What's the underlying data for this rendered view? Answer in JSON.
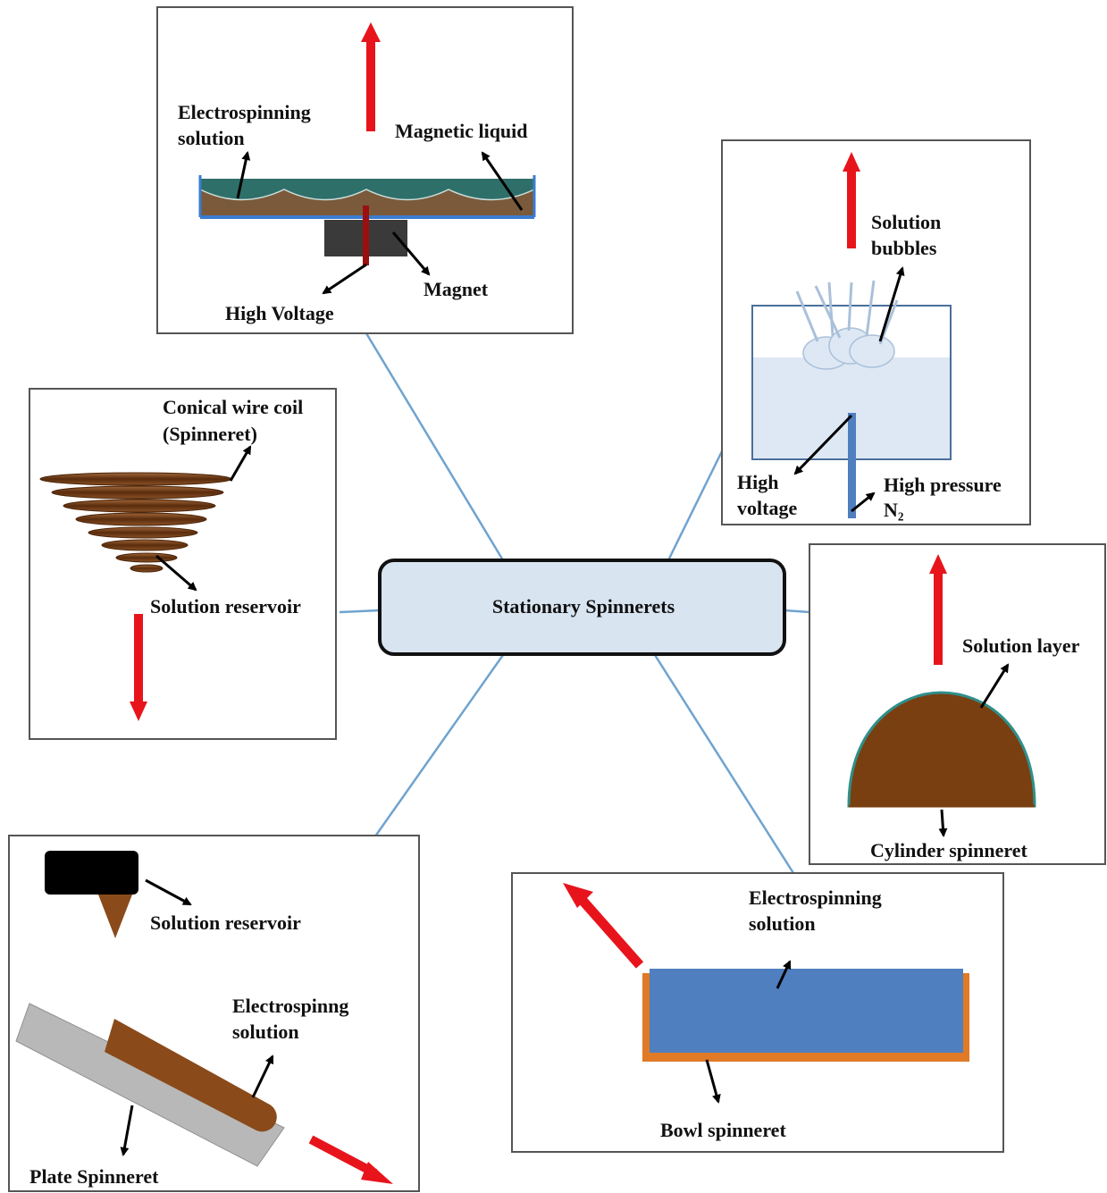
{
  "center": {
    "label": "Stationary Spinnerets"
  },
  "panels": {
    "magnetic": {
      "label_solution_1": "Electrospinning",
      "label_solution_2": "solution",
      "label_liquid": "Magnetic liquid",
      "label_magnet": "Magnet",
      "label_voltage": "High Voltage"
    },
    "bubble": {
      "label_bubbles_1": "Solution",
      "label_bubbles_2": "bubbles",
      "label_voltage_1": "High",
      "label_voltage_2": "voltage",
      "label_pressure_1": "High pressure",
      "label_pressure_2": "N₂"
    },
    "conical": {
      "label_coil_1": "Conical wire coil",
      "label_coil_2": "(Spinneret)",
      "label_reservoir": "Solution reservoir"
    },
    "cylinder": {
      "label_layer": "Solution layer",
      "label_spinneret": "Cylinder spinneret"
    },
    "plate": {
      "label_reservoir": "Solution reservoir",
      "label_solution_1": "Electrospinng",
      "label_solution_2": "solution",
      "label_spinneret": "Plate Spinneret"
    },
    "bowl": {
      "label_solution_1": "Electrospinning",
      "label_solution_2": "solution",
      "label_spinneret": "Bowl spinneret"
    }
  },
  "colors": {
    "connector": "#6fa3cf",
    "arrow_red": "#e8141c",
    "center_fill": "#d9e4f1",
    "brown": "#7a3f10",
    "teal": "#2f6f6a",
    "bowl_blue": "#4f7fbf",
    "bowl_orange": "#e07a26",
    "bubble_blue": "#dde8f4"
  }
}
